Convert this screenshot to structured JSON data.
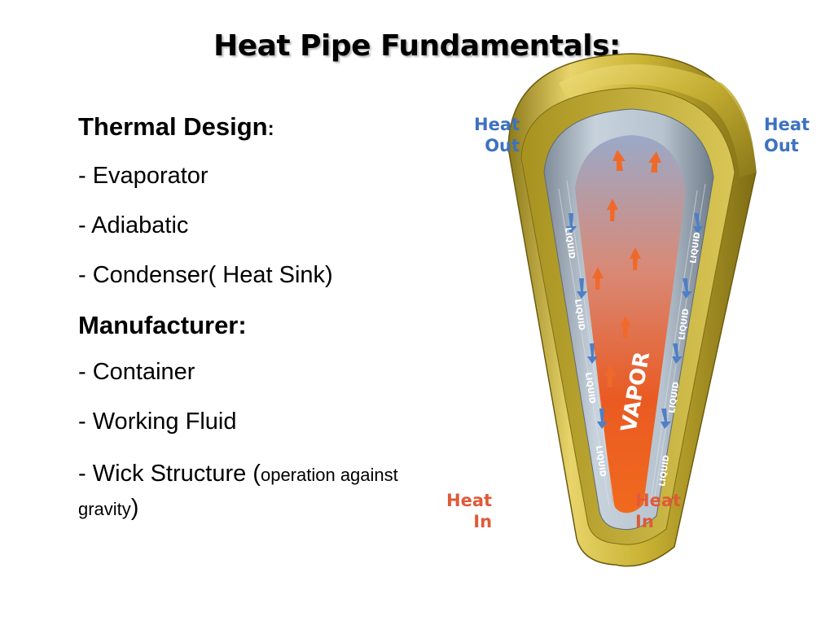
{
  "slide": {
    "title": "Heat Pipe Fundamentals:",
    "sections": [
      {
        "heading": "Thermal Design",
        "heading_suffix": ":",
        "items": [
          "- Evaporator",
          "- Adiabatic",
          "- Condenser( Heat Sink)"
        ]
      },
      {
        "heading": "Manufacturer:",
        "items": [
          "- Container",
          "- Working Fluid"
        ],
        "wick_item": {
          "prefix": "- Wick Structure (",
          "note": "operation against gravity",
          "close": ")"
        }
      }
    ]
  },
  "figure": {
    "labels": {
      "heat_out_left": [
        "Heat",
        "Out"
      ],
      "heat_out_right": [
        "Heat",
        "Out"
      ],
      "heat_in_left": [
        "Heat",
        "In"
      ],
      "heat_in_right": [
        "Heat",
        "In"
      ]
    },
    "core_label": "VAPOR",
    "wick_label": "LIQUID",
    "colors": {
      "container_gold": "#c9b233",
      "container_dark": "#8d7a1a",
      "wick_gray": "#a9b6c4",
      "vapor_orange": "#ea5a22",
      "heat_out_blue": "#3d72bf",
      "heat_in_red": "#e05a38"
    }
  }
}
